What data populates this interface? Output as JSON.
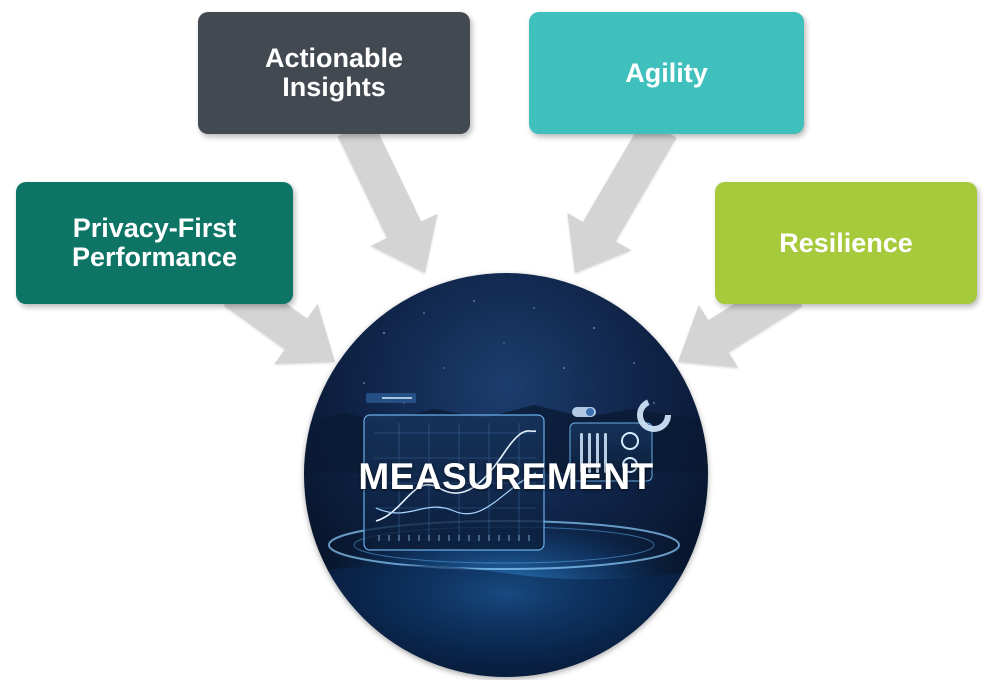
{
  "diagram": {
    "center": {
      "label": "MEASUREMENT"
    },
    "pillars": [
      {
        "id": "privacy",
        "label": "Privacy-First\nPerformance",
        "color": "#0e7566"
      },
      {
        "id": "insights",
        "label": "Actionable\nInsights",
        "color": "#424950"
      },
      {
        "id": "agility",
        "label": "Agility",
        "color": "#3fc0bd"
      },
      {
        "id": "resilience",
        "label": "Resilience",
        "color": "#a6ca3b"
      }
    ],
    "arrow_color": "#d4d4d4"
  }
}
